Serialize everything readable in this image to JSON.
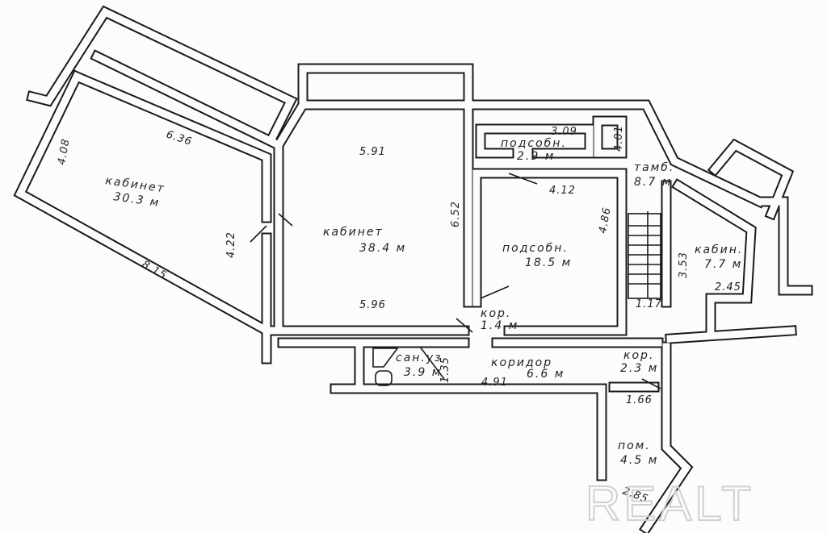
{
  "rooms": [
    {
      "name": "кабинет",
      "area": "30.3 м"
    },
    {
      "name": "кабинет",
      "area": "38.4 м"
    },
    {
      "name": "подсобн.",
      "area": "2.9 м"
    },
    {
      "name": "подсобн.",
      "area": "18.5 м"
    },
    {
      "name": "тамб.",
      "area": "8.7 м"
    },
    {
      "name": "кабин.",
      "area": "7.7 м"
    },
    {
      "name": "кор.",
      "area": "1.4 м"
    },
    {
      "name": "сан.уз.",
      "area": "3.9 м"
    },
    {
      "name": "коридор",
      "area": "6.6 м"
    },
    {
      "name": "кор.",
      "area": "2.3 м"
    },
    {
      "name": "пом.",
      "area": "4.5 м"
    }
  ],
  "dimensions": [
    "6.36",
    "4.08",
    "8.15",
    "4.22",
    "5.91",
    "6.52",
    "5.96",
    "3.09",
    "4.12",
    "4.86",
    "4.01",
    "3.53",
    "2.45",
    "1.17",
    "1.35",
    "4.91",
    "1.66",
    "2.85"
  ],
  "watermark": "REALT"
}
